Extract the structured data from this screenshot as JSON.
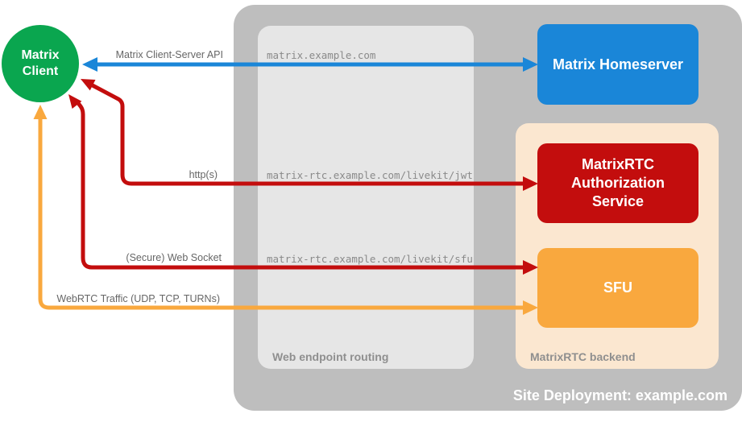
{
  "colors": {
    "label_text": "#666666",
    "endpoint_text": "#8a8a8a",
    "node_text": "#ffffff"
  },
  "client": {
    "label": "Matrix Client",
    "color": "#0aa64f"
  },
  "homeserver": {
    "label": "Matrix Homeserver",
    "color": "#1a86d8"
  },
  "auth": {
    "label": "MatrixRTC Authorization Service",
    "color": "#c30d0d"
  },
  "sfu": {
    "label": "SFU",
    "color": "#f9a83e"
  },
  "site": {
    "label": "Site Deployment: example.com",
    "bg": "#bebebe",
    "label_color": "#ffffff"
  },
  "routing": {
    "label": "Web endpoint routing",
    "bg": "#e6e6e6",
    "label_color": "#8f8f8f"
  },
  "backend": {
    "label": "MatrixRTC backend",
    "bg": "#fbe7d0",
    "label_color": "#8f8f8f"
  },
  "connections": [
    {
      "label": "Matrix Client-Server API",
      "endpoint": "matrix.example.com",
      "color": "#1a86d8",
      "from": "Matrix Client",
      "to": "Matrix Homeserver",
      "bidirectional": true
    },
    {
      "label": "http(s)",
      "endpoint": "matrix-rtc.example.com/livekit/jwt",
      "color": "#c30d0d",
      "from": "Matrix Client",
      "to": "MatrixRTC Authorization Service",
      "bidirectional": true
    },
    {
      "label": "(Secure) Web Socket",
      "endpoint": "matrix-rtc.example.com/livekit/sfu",
      "color": "#c30d0d",
      "from": "Matrix Client",
      "to": "SFU",
      "bidirectional": true
    },
    {
      "label": "WebRTC Traffic (UDP, TCP, TURNs)",
      "endpoint": "",
      "color": "#f9a83e",
      "from": "Matrix Client",
      "to": "SFU",
      "bidirectional": true
    }
  ]
}
